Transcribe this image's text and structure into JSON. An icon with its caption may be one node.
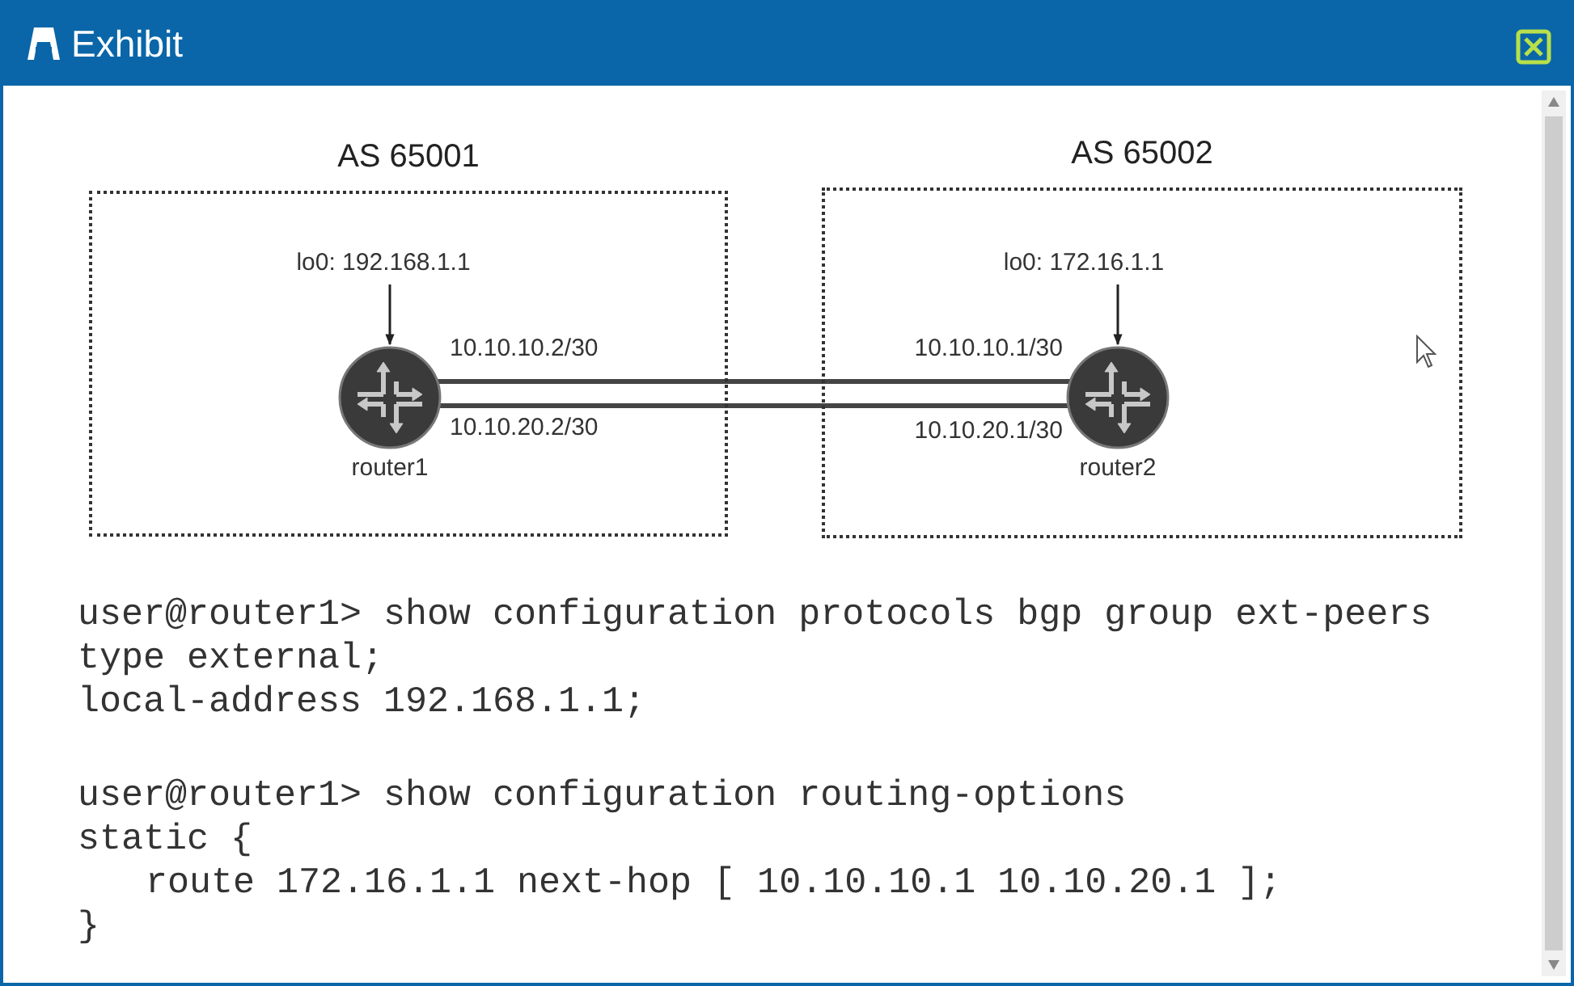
{
  "diagram": {
    "title": "Exhibit",
    "nodes": [
      {
        "text": [
          "AS 65001"
        ]
      },
      {
        "text": [
          "lo0: 192.168.1.1"
        ],
        "in": 0
      },
      {
        "text": [
          "router1"
        ],
        "in": 0,
        "beside": [
          "10.10.10.2/30",
          "10.10.20.2/30"
        ]
      },
      {
        "text": [
          "AS 65002"
        ]
      },
      {
        "text": [
          "lo0: 172.16.1.1"
        ],
        "in": 3
      },
      {
        "text": [
          "router2"
        ],
        "in": 3,
        "beside": [
          "10.10.10.1/30",
          "10.10.20.1/30"
        ]
      }
    ],
    "edges": [
      {
        "from": 1,
        "to": 2,
        "arrow": "to"
      },
      {
        "from": 4,
        "to": 5,
        "arrow": "to"
      },
      {
        "from": 2,
        "to": 5,
        "arrow": "none",
        "style": "thick"
      },
      {
        "from": 2,
        "to": 5,
        "arrow": "none",
        "style": "thick"
      }
    ],
    "labels": [
      "user@router1> show configuration protocols bgp group ext-peers",
      "type external;",
      "local-address 192.168.1.1;",
      "user@router1> show configuration routing-options",
      "static {",
      "route 172.16.1.1 next-hop [ 10.10.10.1 10.10.20.1 ];",
      "}"
    ]
  }
}
